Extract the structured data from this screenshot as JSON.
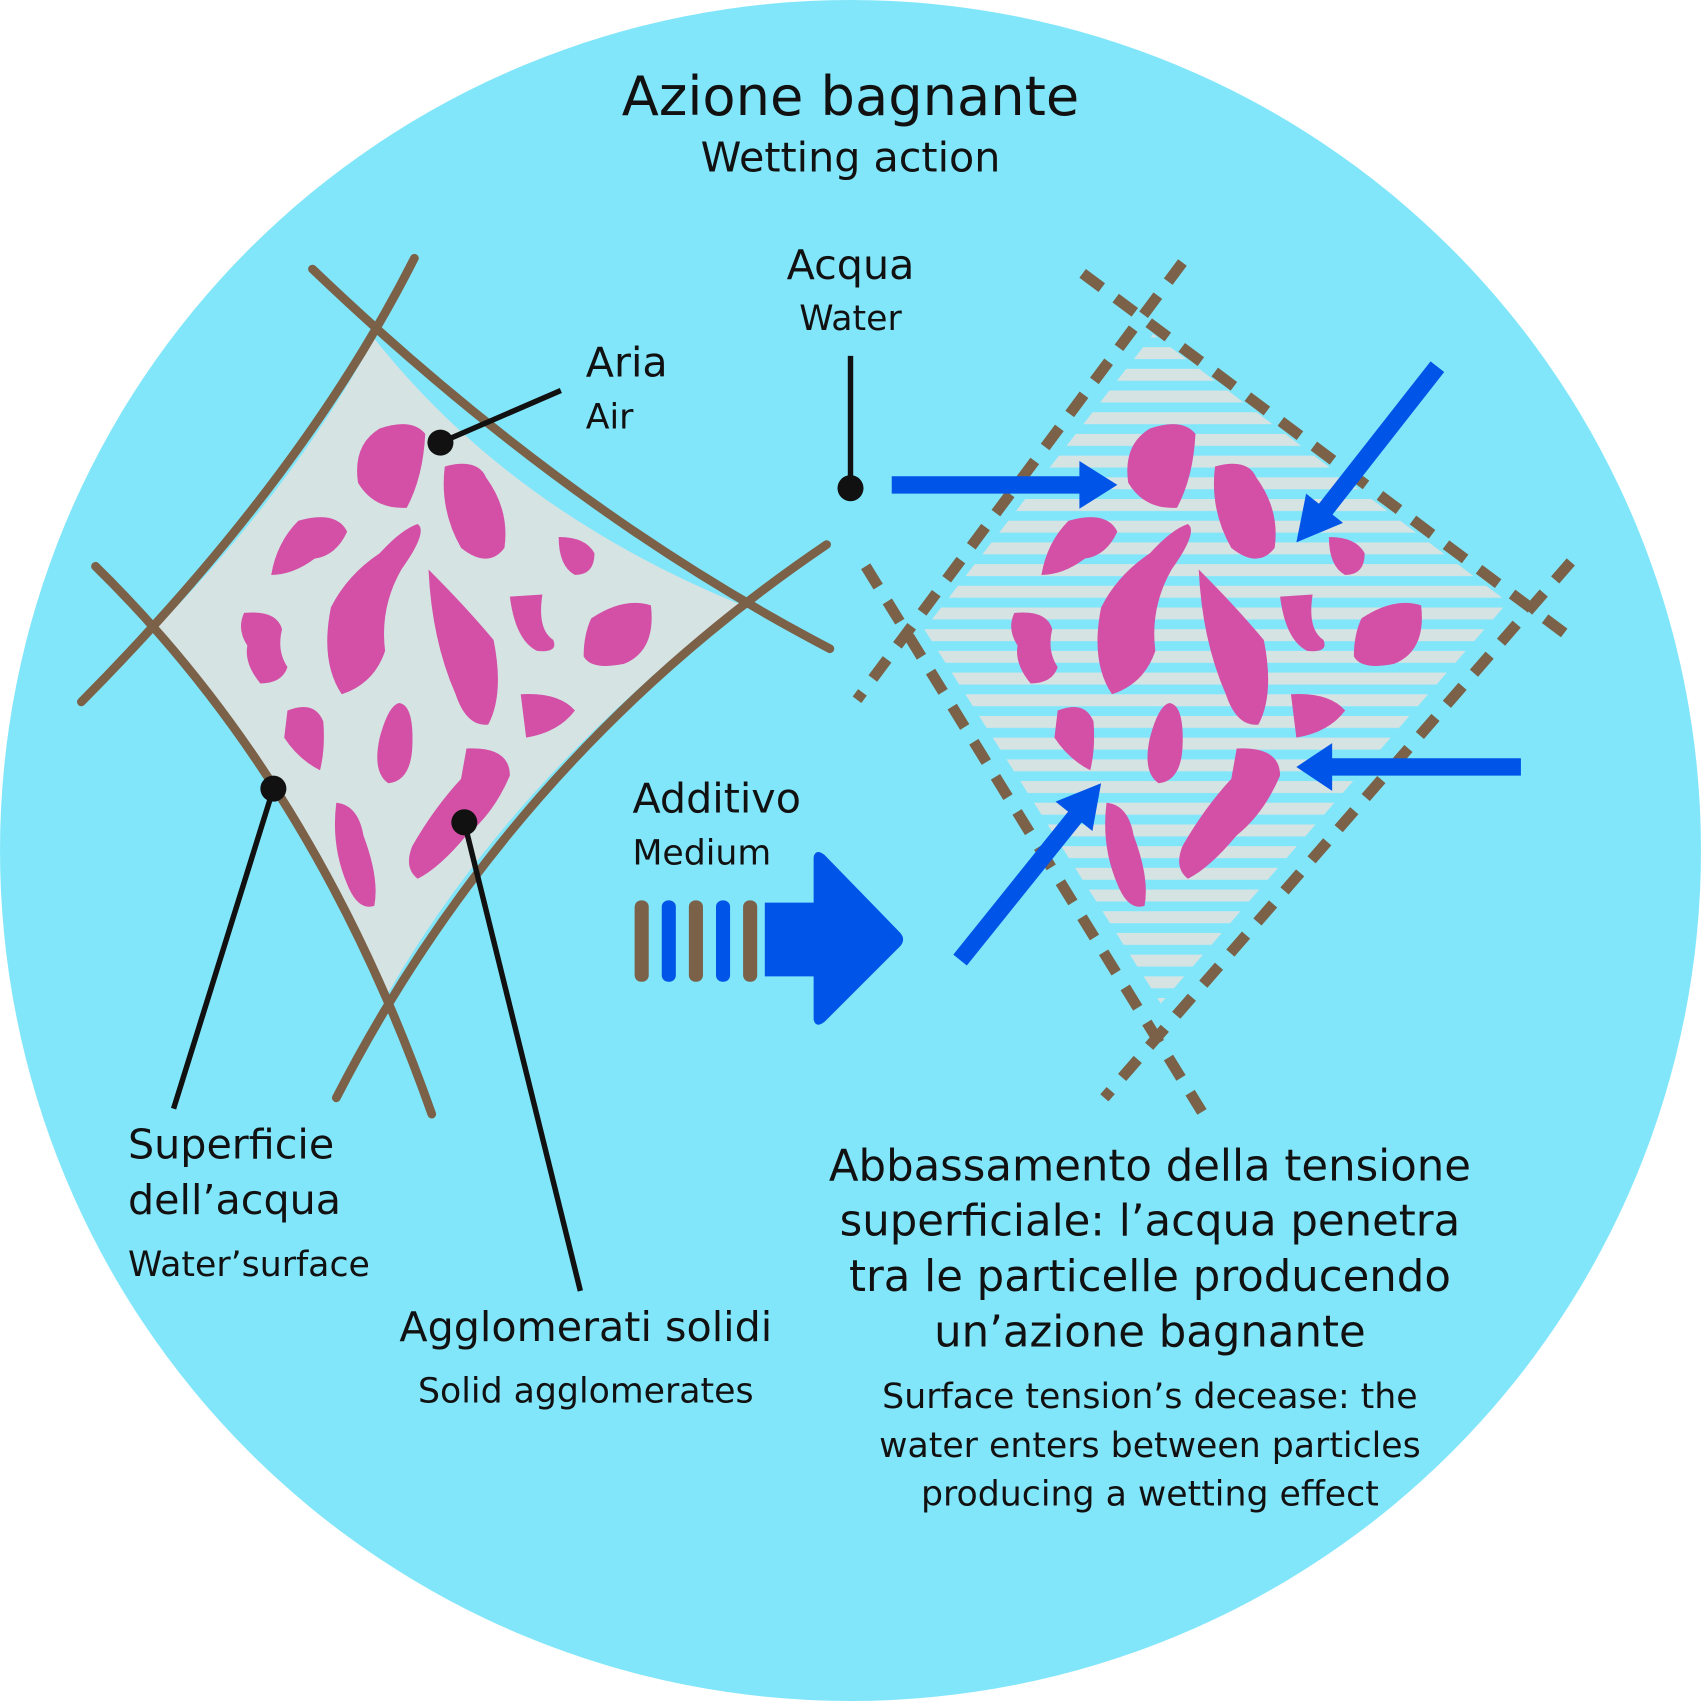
{
  "title": "Azione bagnante",
  "subtitle": "Wetting action",
  "labels": {
    "aria": "Aria",
    "air": "Air",
    "acqua": "Acqua",
    "water": "Water",
    "additivo": "Additivo",
    "medium": "Medium",
    "superficie_1": "Superficie",
    "superficie_2": "dell’acqua",
    "water_surface": "Water’surface",
    "agglomerati": "Agglomerati solidi",
    "solid_agglomerates": "Solid agglomerates"
  },
  "description_it": [
    "Abbassamento della tensione",
    "superficiale: l’acqua penetra",
    "tra le particelle producendo",
    "un’azione bagnante"
  ],
  "description_en": [
    "Surface tension’s decease: the",
    "water enters between particles",
    "producing a wetting effect"
  ],
  "colors": {
    "background": "#82e6fa",
    "particle": "#d44fa6",
    "arrow": "#0055e8",
    "surface_line": "#7a6148",
    "air_fill": "#d5e3e3"
  }
}
